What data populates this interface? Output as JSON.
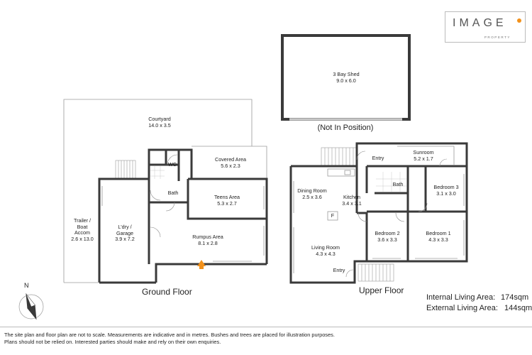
{
  "logo": {
    "brand": "IMAGE",
    "sub": "PROPERTY"
  },
  "ground_floor": {
    "label": "Ground Floor",
    "rooms": {
      "courtyard": {
        "name": "Courtyard",
        "dims": "14.0 x 3.5"
      },
      "wc": {
        "name": "WC"
      },
      "covered": {
        "name": "Covered Area",
        "dims": "5.6 x 2.3"
      },
      "bath": {
        "name": "Bath"
      },
      "teens": {
        "name": "Teens Area",
        "dims": "5.3 x 2.7"
      },
      "trailer": {
        "name1": "Trailer /",
        "name2": "Boat",
        "name3": "Accom",
        "dims": "2.6 x 13.0"
      },
      "laundry": {
        "name1": "L'dry /",
        "name2": "Garage",
        "dims": "3.9 x 7.2"
      },
      "rumpus": {
        "name": "Rumpus Area",
        "dims": "8.1 x 2.8"
      }
    }
  },
  "shed": {
    "name": "3 Bay Shed",
    "dims": "9.0 x 6.0",
    "note": "(Not In Position)"
  },
  "upper_floor": {
    "label": "Upper Floor",
    "rooms": {
      "entry_top": {
        "name": "Entry"
      },
      "sunroom": {
        "name": "Sunroom",
        "dims": "5.2 x 1.7"
      },
      "dining": {
        "name": "Dining Room",
        "dims": "2.5 x 3.6"
      },
      "kitchen": {
        "name": "Kitchen",
        "dims": "3.4 x 3.1"
      },
      "bath": {
        "name": "Bath"
      },
      "bed3": {
        "name": "Bedroom 3",
        "dims": "3.1 x 3.0"
      },
      "fridge": {
        "name": "F"
      },
      "bed2": {
        "name": "Bedroom 2",
        "dims": "3.6 x 3.3"
      },
      "bed1": {
        "name": "Bedroom 1",
        "dims": "4.3 x 3.3"
      },
      "living": {
        "name": "Living Room",
        "dims": "4.3 x 4.3"
      },
      "entry_bottom": {
        "name": "Entry"
      }
    }
  },
  "compass": {
    "label": "N"
  },
  "areas": {
    "internal_label": "Internal Living Area:",
    "internal_value": "174sqm",
    "external_label": "External Living Area:",
    "external_value": "144sqm"
  },
  "disclaimer": {
    "line1": "The site plan and floor plan are not to scale. Measurements are indicative and in metres. Bushes and trees are placed for illustration purposes.",
    "line2": "Plans should not be relied on. Interested parties should make and rely on their own enquiries."
  },
  "colors": {
    "wall": "#3a3a3a",
    "thin_line": "#9a9a9a",
    "accent": "#f2911b"
  }
}
